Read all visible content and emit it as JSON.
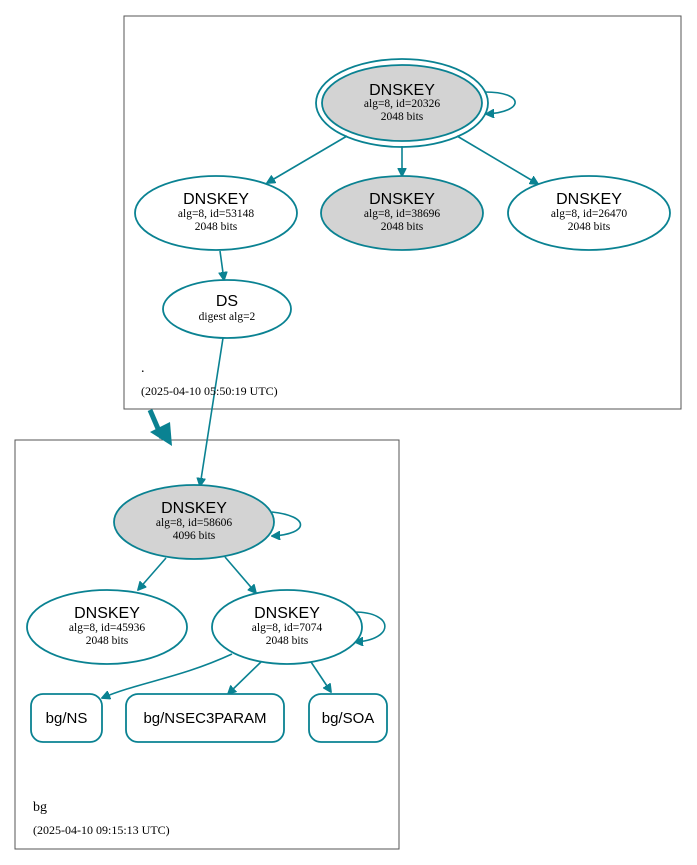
{
  "colors": {
    "edge": "#0a8292",
    "key_fill_gray": "#d3d3d3",
    "zone_border": "#555555"
  },
  "zones": {
    "root": {
      "name": ".",
      "timestamp": "(2025-04-10 05:50:19 UTC)"
    },
    "bg": {
      "name": "bg",
      "timestamp": "(2025-04-10 09:15:13 UTC)"
    }
  },
  "nodes": {
    "root_ksk": {
      "title": "DNSKEY",
      "line1": "alg=8, id=20326",
      "line2": "2048 bits"
    },
    "root_zsk1": {
      "title": "DNSKEY",
      "line1": "alg=8, id=53148",
      "line2": "2048 bits"
    },
    "root_ksk2": {
      "title": "DNSKEY",
      "line1": "alg=8, id=38696",
      "line2": "2048 bits"
    },
    "root_zsk2": {
      "title": "DNSKEY",
      "line1": "alg=8, id=26470",
      "line2": "2048 bits"
    },
    "ds": {
      "title": "DS",
      "line1": "digest alg=2"
    },
    "bg_ksk": {
      "title": "DNSKEY",
      "line1": "alg=8, id=58606",
      "line2": "4096 bits"
    },
    "bg_zsk1": {
      "title": "DNSKEY",
      "line1": "alg=8, id=45936",
      "line2": "2048 bits"
    },
    "bg_zsk2": {
      "title": "DNSKEY",
      "line1": "alg=8, id=7074",
      "line2": "2048 bits"
    },
    "bg_ns": {
      "title": "bg/NS"
    },
    "bg_nsec3param": {
      "title": "bg/NSEC3PARAM"
    },
    "bg_soa": {
      "title": "bg/SOA"
    }
  }
}
